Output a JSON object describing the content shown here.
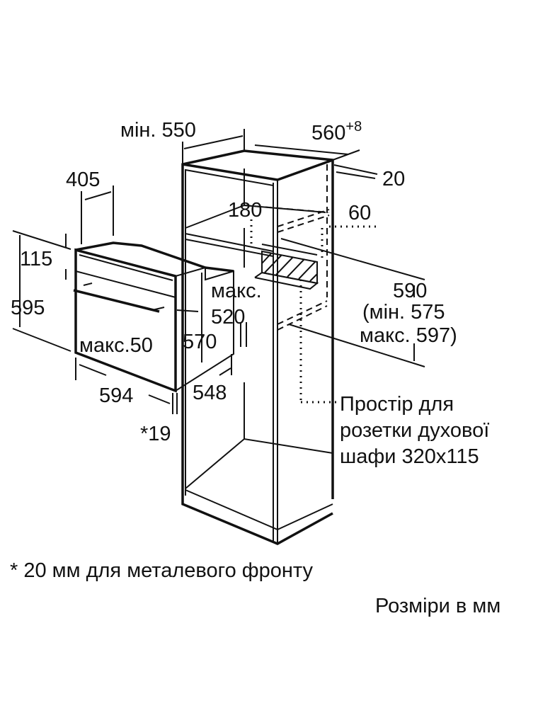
{
  "labels": {
    "min_550": "мін. 550",
    "w_560": "560",
    "w_560_tol": "+8",
    "d_20": "20",
    "d_405": "405",
    "d_180": "180",
    "d_60": "60",
    "d_115": "115",
    "d_595": "595",
    "max_label": "макс.",
    "d_520": "520",
    "d_590": "590",
    "min_575": "(мін. 575",
    "max_597": "макс. 597)",
    "max_50": "макс.50",
    "d_570": "570",
    "d_594": "594",
    "d_548": "548",
    "d_19": "*19"
  },
  "socket_note": [
    "Простір для",
    "розетки духової",
    "шафи 320x115"
  ],
  "footnote": "* 20 мм для металевого фронту",
  "units_note": "Розміри в мм"
}
